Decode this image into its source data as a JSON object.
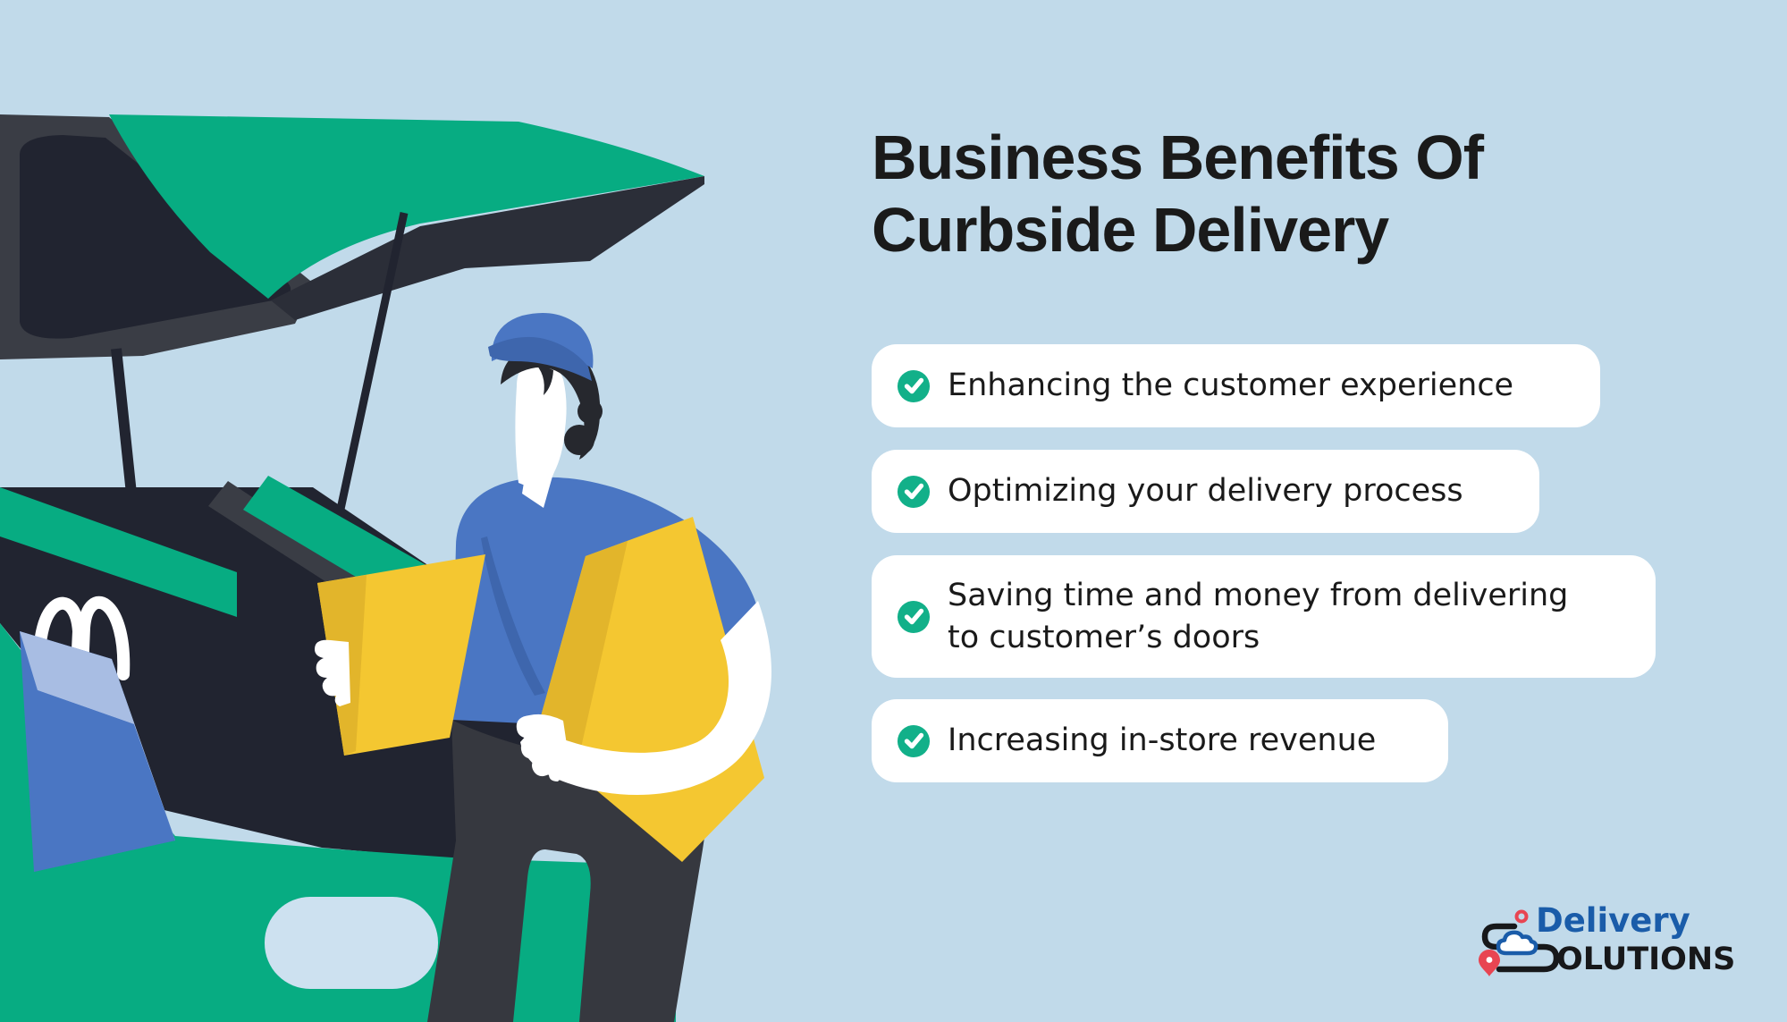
{
  "title": {
    "line1": "Business Benefits Of",
    "line2": "Curbside Delivery"
  },
  "benefits": {
    "items": [
      {
        "line1": "Enhancing the customer experience",
        "line2": ""
      },
      {
        "line1": "Optimizing your delivery process",
        "line2": ""
      },
      {
        "line1": "Saving time and money from delivering",
        "line2": "to customer’s doors"
      },
      {
        "line1": "Increasing in-store revenue",
        "line2": ""
      }
    ]
  },
  "logo": {
    "word1": "Delivery",
    "word2": "OLUTIONS"
  },
  "colors": {
    "bg": "#C1DAEA",
    "ink": "#1A1A1A",
    "cardBg": "#FFFFFF",
    "check": "#12B089",
    "green": "#07AC82",
    "dark": "#212430",
    "frame": "#3A3D45",
    "underlid": "#2B2E38",
    "pants": "#36383F",
    "blue": "#4A76C3",
    "blueDark": "#3E66AD",
    "bagLight": "#A8BDE3",
    "bagPale": "#C3D2EB",
    "yellow": "#F4C731",
    "yellowDark": "#E2B52B",
    "capsule": "#CDE1F0",
    "hair": "#26282E",
    "logoBlue": "#1A5CA9",
    "logoInk": "#17181A",
    "logoRed": "#E84552"
  }
}
